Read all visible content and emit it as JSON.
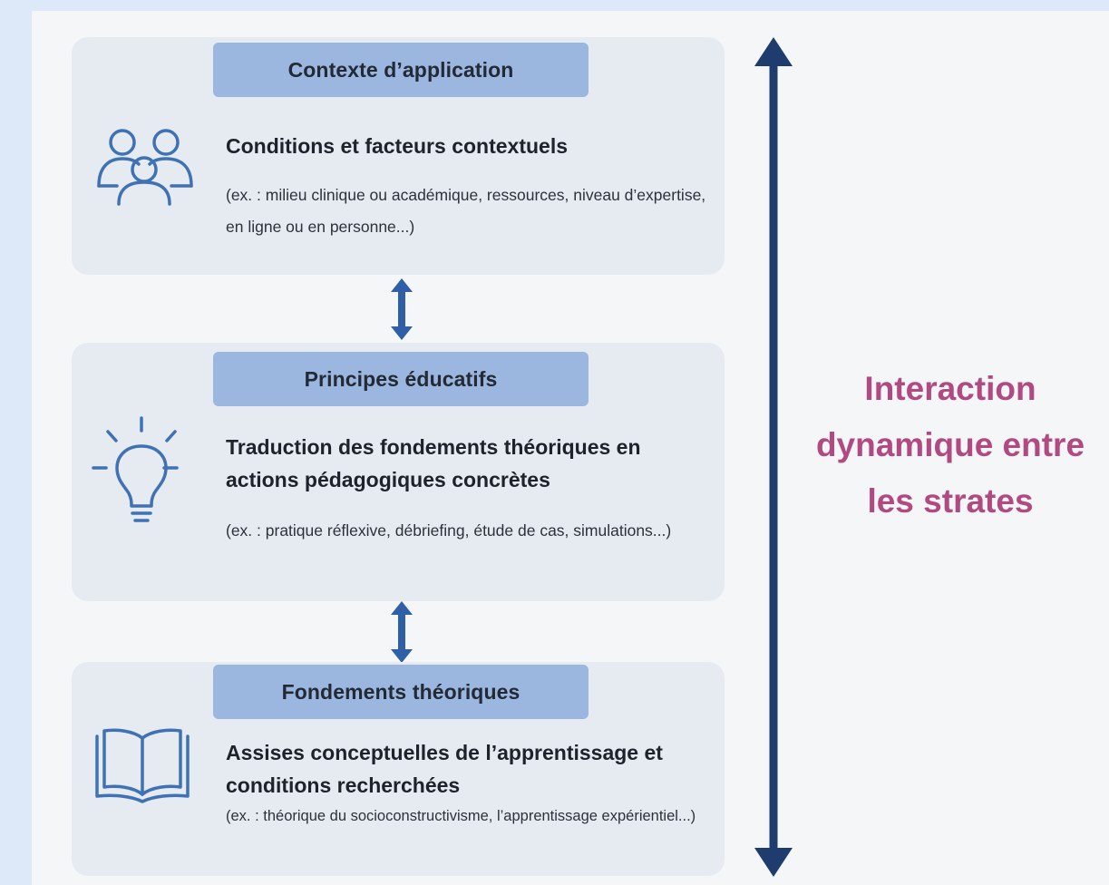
{
  "strata": [
    {
      "header": "Contexte d’application",
      "icon": "people-group-icon",
      "title": "Conditions et facteurs contextuels",
      "description": "(ex. : milieu clinique ou académique, ressources, niveau d’expertise, en ligne ou en personne...)"
    },
    {
      "header": "Principes éducatifs",
      "icon": "lightbulb-icon",
      "title": "Traduction des fondements théoriques en actions pédagogiques concrètes",
      "description": "(ex. : pratique réflexive, débriefing, étude de cas, simulations...)"
    },
    {
      "header": "Fondements théoriques",
      "icon": "open-book-icon",
      "title": "Assises conceptuelles de l’apprentissage et conditions recherchées",
      "description": "(ex. : théorique du socioconstructivisme, l’apprentissage expérientiel...)"
    }
  ],
  "side_label": "Interaction dynamique entre les strates",
  "colors": {
    "page_background": "#dde9f8",
    "canvas": "#f5f6f8",
    "layer_background": "#e6ebf2",
    "header_tab": "#9bb7e0",
    "icon_blue": "#3f72b4",
    "connector_arrow": "#2f5fa6",
    "vertical_arrow": "#1e3d6e",
    "side_label": "#b04a80"
  }
}
